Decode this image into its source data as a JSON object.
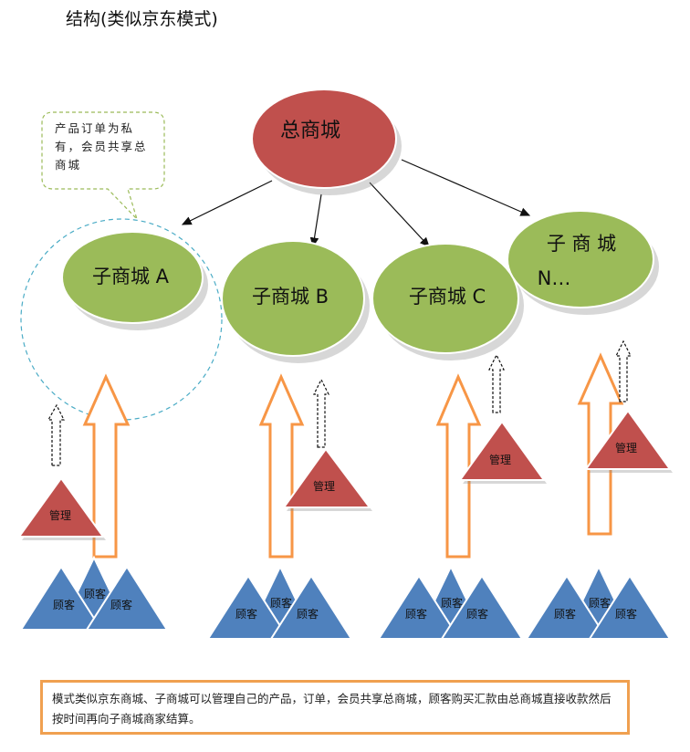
{
  "title": "结构(类似京东模式)",
  "note": "产品订单为私有，会员共享总商城",
  "main_node": "总商城",
  "sub_nodes": [
    {
      "label": "子商城 A"
    },
    {
      "label": "子商城 B"
    },
    {
      "label": "子商城 C"
    },
    {
      "label_line1": "子 商 城",
      "label_line2": "N…"
    }
  ],
  "manage_label": "管理",
  "customer_label": "顾客",
  "footer_text": "模式类似京东商城、子商城可以管理自己的产品，订单，会员共享总商城，顾客购买汇款由总商城直接收款然后按时间再向子商城商家结算。",
  "colors": {
    "main_node": "#c0504d",
    "sub_node": "#9bbb59",
    "triangle_manage": "#c0504d",
    "triangle_customer": "#4f81bd",
    "arrow_outline": "#f79646",
    "note_border": "#9bbb59",
    "circle_dashed": "#4bacc6",
    "footer_border": "#f0a050"
  }
}
